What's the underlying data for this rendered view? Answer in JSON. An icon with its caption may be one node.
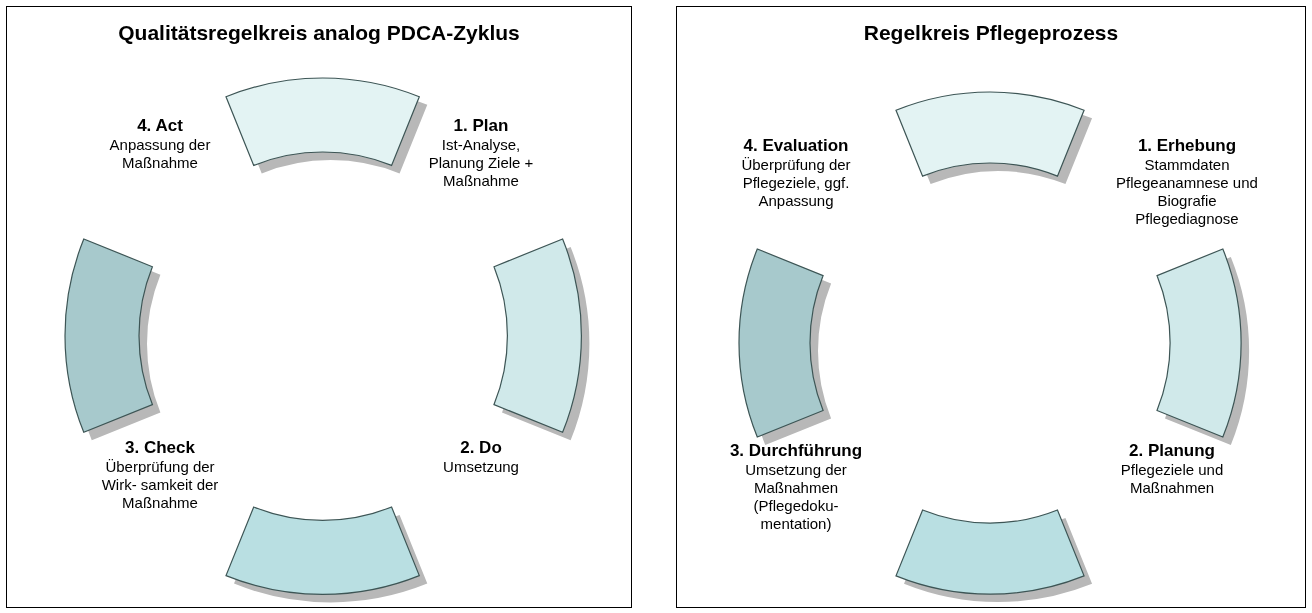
{
  "diagram": {
    "nodes": [
      {
        "text": [
          "Qualitätsregelkreis analog PDCA-Zyklus"
        ]
      },
      {
        "text": [],
        "shape": "arc",
        "in": 0
      },
      {
        "text": [
          "1. Plan",
          "Ist-Analyse, Planung Ziele + Maßnahme"
        ],
        "in": 0
      },
      {
        "text": [],
        "shape": "arc",
        "in": 0
      },
      {
        "text": [
          "2. Do",
          "Umsetzung"
        ],
        "in": 0
      },
      {
        "text": [],
        "shape": "arc",
        "in": 0
      },
      {
        "text": [
          "3. Check",
          "Überprüfung der Wirk- samkeit der Maßnahme"
        ],
        "in": 0
      },
      {
        "text": [],
        "shape": "arc",
        "in": 0
      },
      {
        "text": [
          "4. Act",
          "Anpassung der Maßnahme"
        ],
        "in": 0
      },
      {
        "text": [
          "Regelkreis Pflegeprozess"
        ]
      },
      {
        "text": [],
        "shape": "arc",
        "in": 9
      },
      {
        "text": [
          "1. Erhebung",
          "Stammdaten Pflegeanamnese und Biografie Pflegediagnose"
        ],
        "in": 9
      },
      {
        "text": [],
        "shape": "arc",
        "in": 9
      },
      {
        "text": [
          "2. Planung",
          "Pflegeziele und Maßnahmen"
        ],
        "in": 9
      },
      {
        "text": [],
        "shape": "arc",
        "in": 9
      },
      {
        "text": [
          "3. Durchführung",
          "Umsetzung der Maßnahmen (Pflegedoku- mentation)"
        ],
        "in": 9
      },
      {
        "text": [],
        "shape": "arc",
        "in": 9
      },
      {
        "text": [
          "4. Evaluation",
          "Überprüfung der Pflegeziele, ggf. Anpassung"
        ],
        "in": 9
      }
    ],
    "edges": []
  }
}
